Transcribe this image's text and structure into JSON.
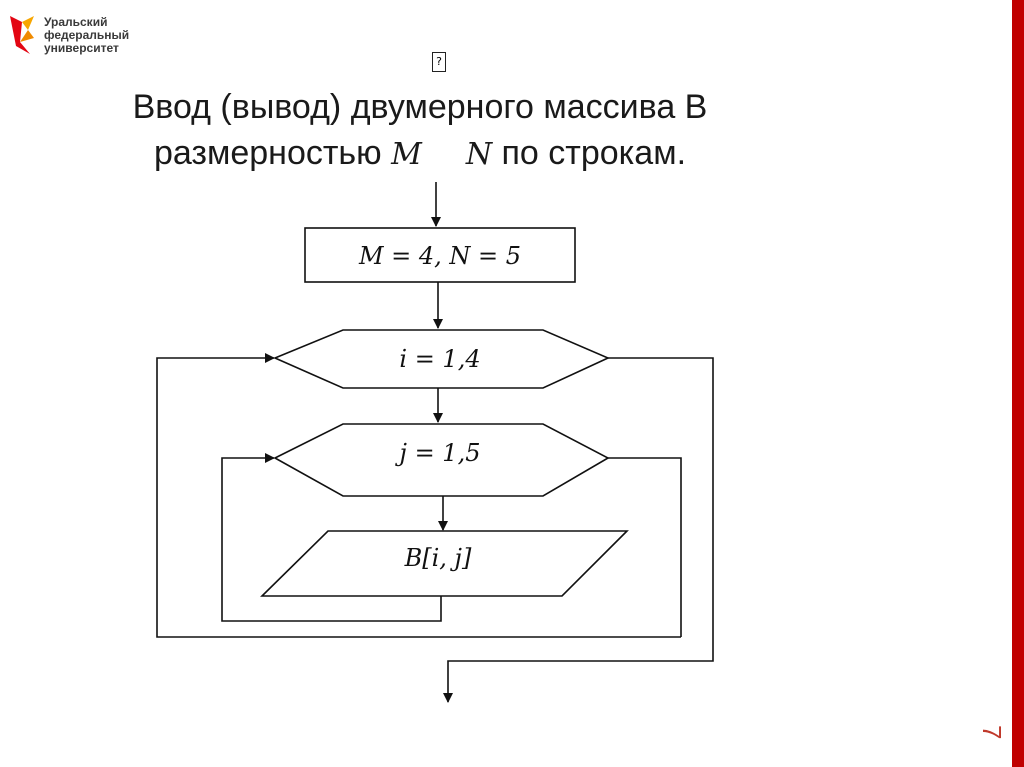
{
  "logo": {
    "text": "Уральский\nфедеральный\nуниверситет",
    "icon": "urfu-logo-icon"
  },
  "missing_glyph": "?",
  "title": {
    "part1": "Ввод (вывод) двумерного массива B",
    "part2a": "размерностью ",
    "var_m": "M",
    "var_n": "N",
    "part2b": " по строкам."
  },
  "flowchart": {
    "assign_block": "M = 4, N = 5",
    "loop_i": "i = 1,4",
    "loop_j": "j = 1,5",
    "io_block": "B[i, j]"
  },
  "page_number": "7",
  "colors": {
    "accent": "#e30613",
    "logo_orange": "#f7a600",
    "right_bar": "#c00000"
  }
}
